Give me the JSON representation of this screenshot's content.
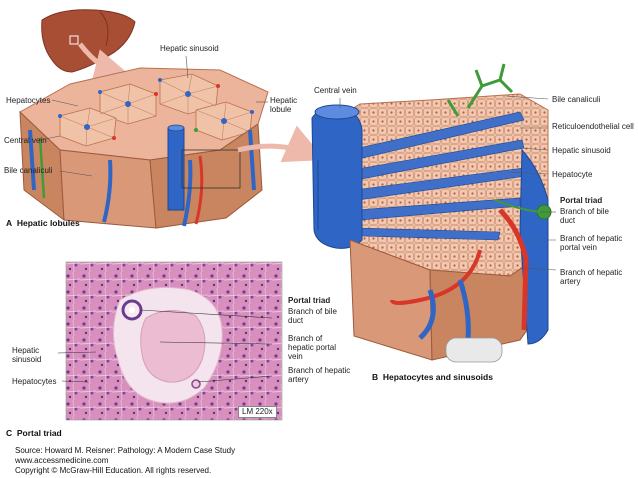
{
  "panel_a": {
    "caption_letter": "A",
    "caption": "Hepatic lobules",
    "labels": {
      "hepatic_sinusoid": "Hepatic sinusoid",
      "hepatocytes": "Hepatocytes",
      "hepatic_lobule": "Hepatic lobule",
      "central_vein": "Central vein",
      "bile_canaliculi": "Bile canaliculi"
    }
  },
  "panel_b": {
    "caption_letter": "B",
    "caption": "Hepatocytes and sinusoids",
    "labels": {
      "central_vein": "Central vein",
      "bile_canaliculi": "Bile canaliculi",
      "reticuloendothelial_cell": "Reticuloendothelial cell",
      "hepatic_sinusoid": "Hepatic sinusoid",
      "hepatocyte": "Hepatocyte",
      "portal_triad": "Portal triad",
      "branch_bile_duct": "Branch of bile duct",
      "branch_portal_vein": "Branch of hepatic portal vein",
      "branch_hepatic_artery": "Branch of hepatic artery"
    }
  },
  "panel_c": {
    "caption_letter": "C",
    "caption": "Portal triad",
    "magnification": "LM 220x",
    "labels": {
      "hepatic_sinusoid": "Hepatic sinusoid",
      "hepatocytes": "Hepatocytes",
      "portal_triad": "Portal triad",
      "branch_bile_duct": "Branch of bile duct",
      "branch_portal_vein": "Branch of hepatic portal vein",
      "branch_hepatic_artery": "Branch of hepatic artery"
    }
  },
  "source": {
    "line1": "Source: Howard M. Reisner: Pathology: A Modern Case Study",
    "line2": "www.accessmedicine.com",
    "line3": "Copyright © McGraw-Hill Education.  All rights reserved."
  },
  "colors": {
    "vein_blue": "#2f66c6",
    "artery_red": "#d9362a",
    "bile_green": "#3f9a3a",
    "hepatocyte_pink": "#e9b79b",
    "liver_brown": "#a84e34",
    "histology_pink": "#d992b9"
  }
}
